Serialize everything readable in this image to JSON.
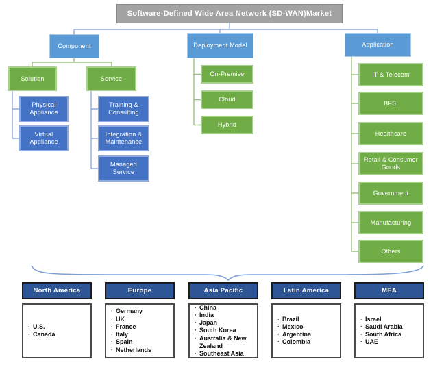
{
  "title": "Software-Defined Wide Area Network (SD-WAN)Market",
  "tree": {
    "component": {
      "label": "Component",
      "solution": {
        "label": "Solution",
        "children": [
          "Physical Appliance",
          "Virtual Appliance"
        ]
      },
      "service": {
        "label": "Service",
        "children": [
          "Training & Consulting",
          "Integration & Maintenance",
          "Managed Service"
        ]
      }
    },
    "deployment": {
      "label": "Deployment Model",
      "children": [
        "On-Premise",
        "Cloud",
        "Hybrid"
      ]
    },
    "application": {
      "label": "Application",
      "children": [
        "IT & Telecom",
        "BFSI",
        "Healthcare",
        "Retail & Consumer Goods",
        "Government",
        "Manufacturing",
        "Others"
      ]
    }
  },
  "regions": [
    {
      "name": "North America",
      "countries": [
        "U.S.",
        "Canada"
      ]
    },
    {
      "name": "Europe",
      "countries": [
        "Germany",
        "UK",
        "France",
        "Italy",
        "Spain",
        "Netherlands"
      ]
    },
    {
      "name": "Asia Pacific",
      "countries": [
        "China",
        "India",
        "Japan",
        "South Korea",
        "Australia & New Zealand",
        "Southeast Asia"
      ]
    },
    {
      "name": "Latin America",
      "countries": [
        "Brazil",
        "Mexico",
        "Argentina",
        "Colombia"
      ]
    },
    {
      "name": "MEA",
      "countries": [
        "Israel",
        "Saudi Arabia",
        "South Africa",
        "UAE"
      ]
    }
  ],
  "accent_colors": {
    "title_gray": "#a3a3a3",
    "branch_blue": "#5b9bd5",
    "leaf_blue": "#4472c4",
    "green": "#70ad47",
    "region_navy": "#2e5596",
    "connector_blue": "#8faadc",
    "connector_green": "#9cc282"
  }
}
